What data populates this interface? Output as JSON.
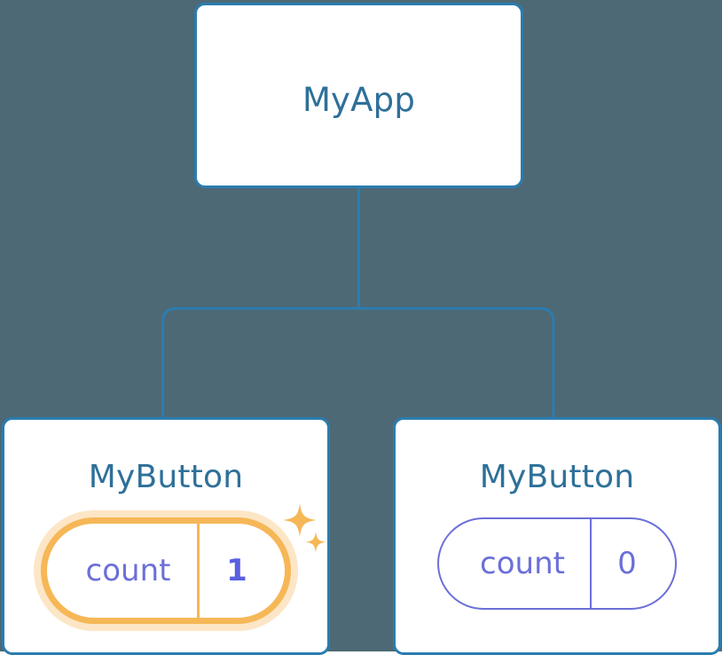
{
  "diagram": {
    "type": "component-tree",
    "background_color": "#4d6975",
    "edge_color": "#2b7cb0",
    "node_border_color": "#2b7cb0",
    "node_fill_color": "#ffffff",
    "title_color": "#2e7099",
    "state_color": "#6b6fd8",
    "highlight_color": "#f6b757",
    "highlight_glow_color": "#fce0b8",
    "sparkle_color": "#f6b757"
  },
  "root": {
    "title": "MyApp"
  },
  "children": [
    {
      "title": "MyButton",
      "state": {
        "key": "count",
        "value": "1"
      },
      "highlighted": true,
      "sparkles": true
    },
    {
      "title": "MyButton",
      "state": {
        "key": "count",
        "value": "0"
      },
      "highlighted": false,
      "sparkles": false
    }
  ]
}
